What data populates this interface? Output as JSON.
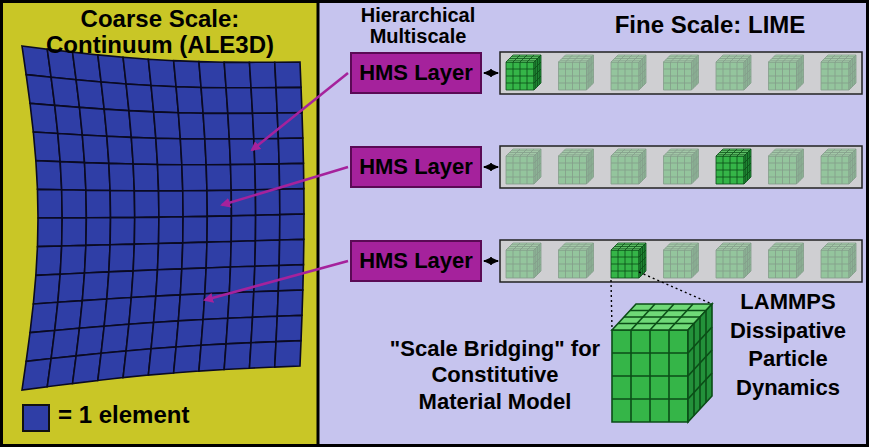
{
  "diagram": {
    "nodes": [
      {
        "text": [
          "HMS Layer"
        ]
      },
      {
        "text": [
          "HMS Layer"
        ]
      },
      {
        "text": [
          "HMS Layer"
        ]
      }
    ],
    "labels": [
      "Coarse Scale: Continuum (ALE3D)",
      "Hierarchical Multiscale",
      "Fine Scale: LIME",
      "\"Scale Bridging\" for Constitutive Material Model",
      "LAMMPS Dissipative Particle Dynamics"
    ],
    "legend": [
      {
        "text": "= 1 element",
        "color": "#2f3ea6"
      }
    ]
  }
}
